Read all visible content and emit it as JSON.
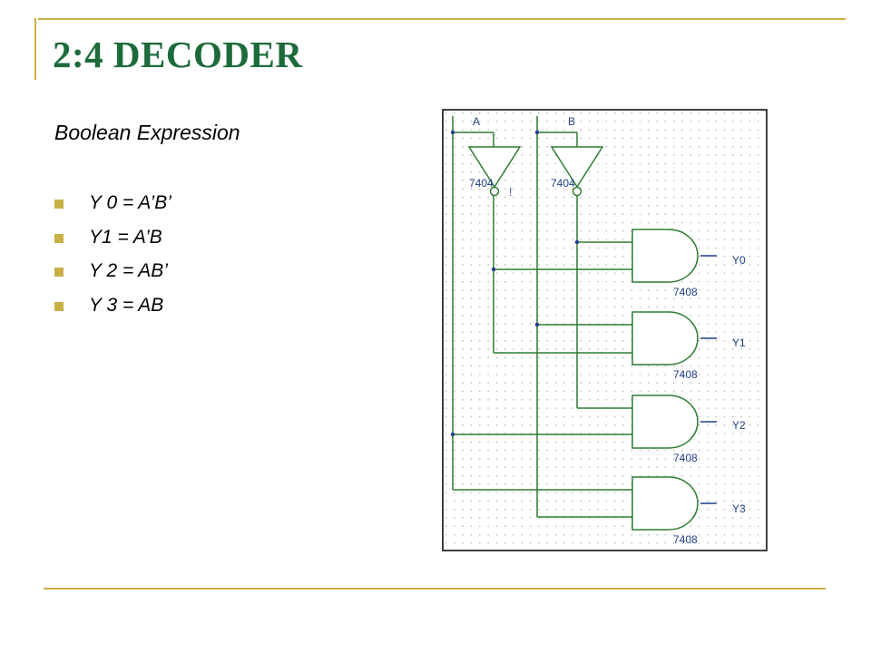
{
  "slide": {
    "title": "2:4 DECODER",
    "subtitle": "Boolean Expression",
    "bullets": [
      "Y 0 = A’B’",
      "Y1 = A’B",
      "Y 2 = AB’",
      "Y 3 = AB"
    ],
    "accent_color": "#c9b046",
    "title_color": "#1d6b3a"
  },
  "circuit": {
    "inputs": [
      "A",
      "B"
    ],
    "inverter_part": "7404",
    "inverter_mark": "!",
    "and_part": "7408",
    "outputs": [
      "Y0",
      "Y1",
      "Y2",
      "Y3"
    ],
    "wire_color": "#2e7d32",
    "gate_color": "#2e7d32",
    "label_color": "#1f3f8a"
  }
}
